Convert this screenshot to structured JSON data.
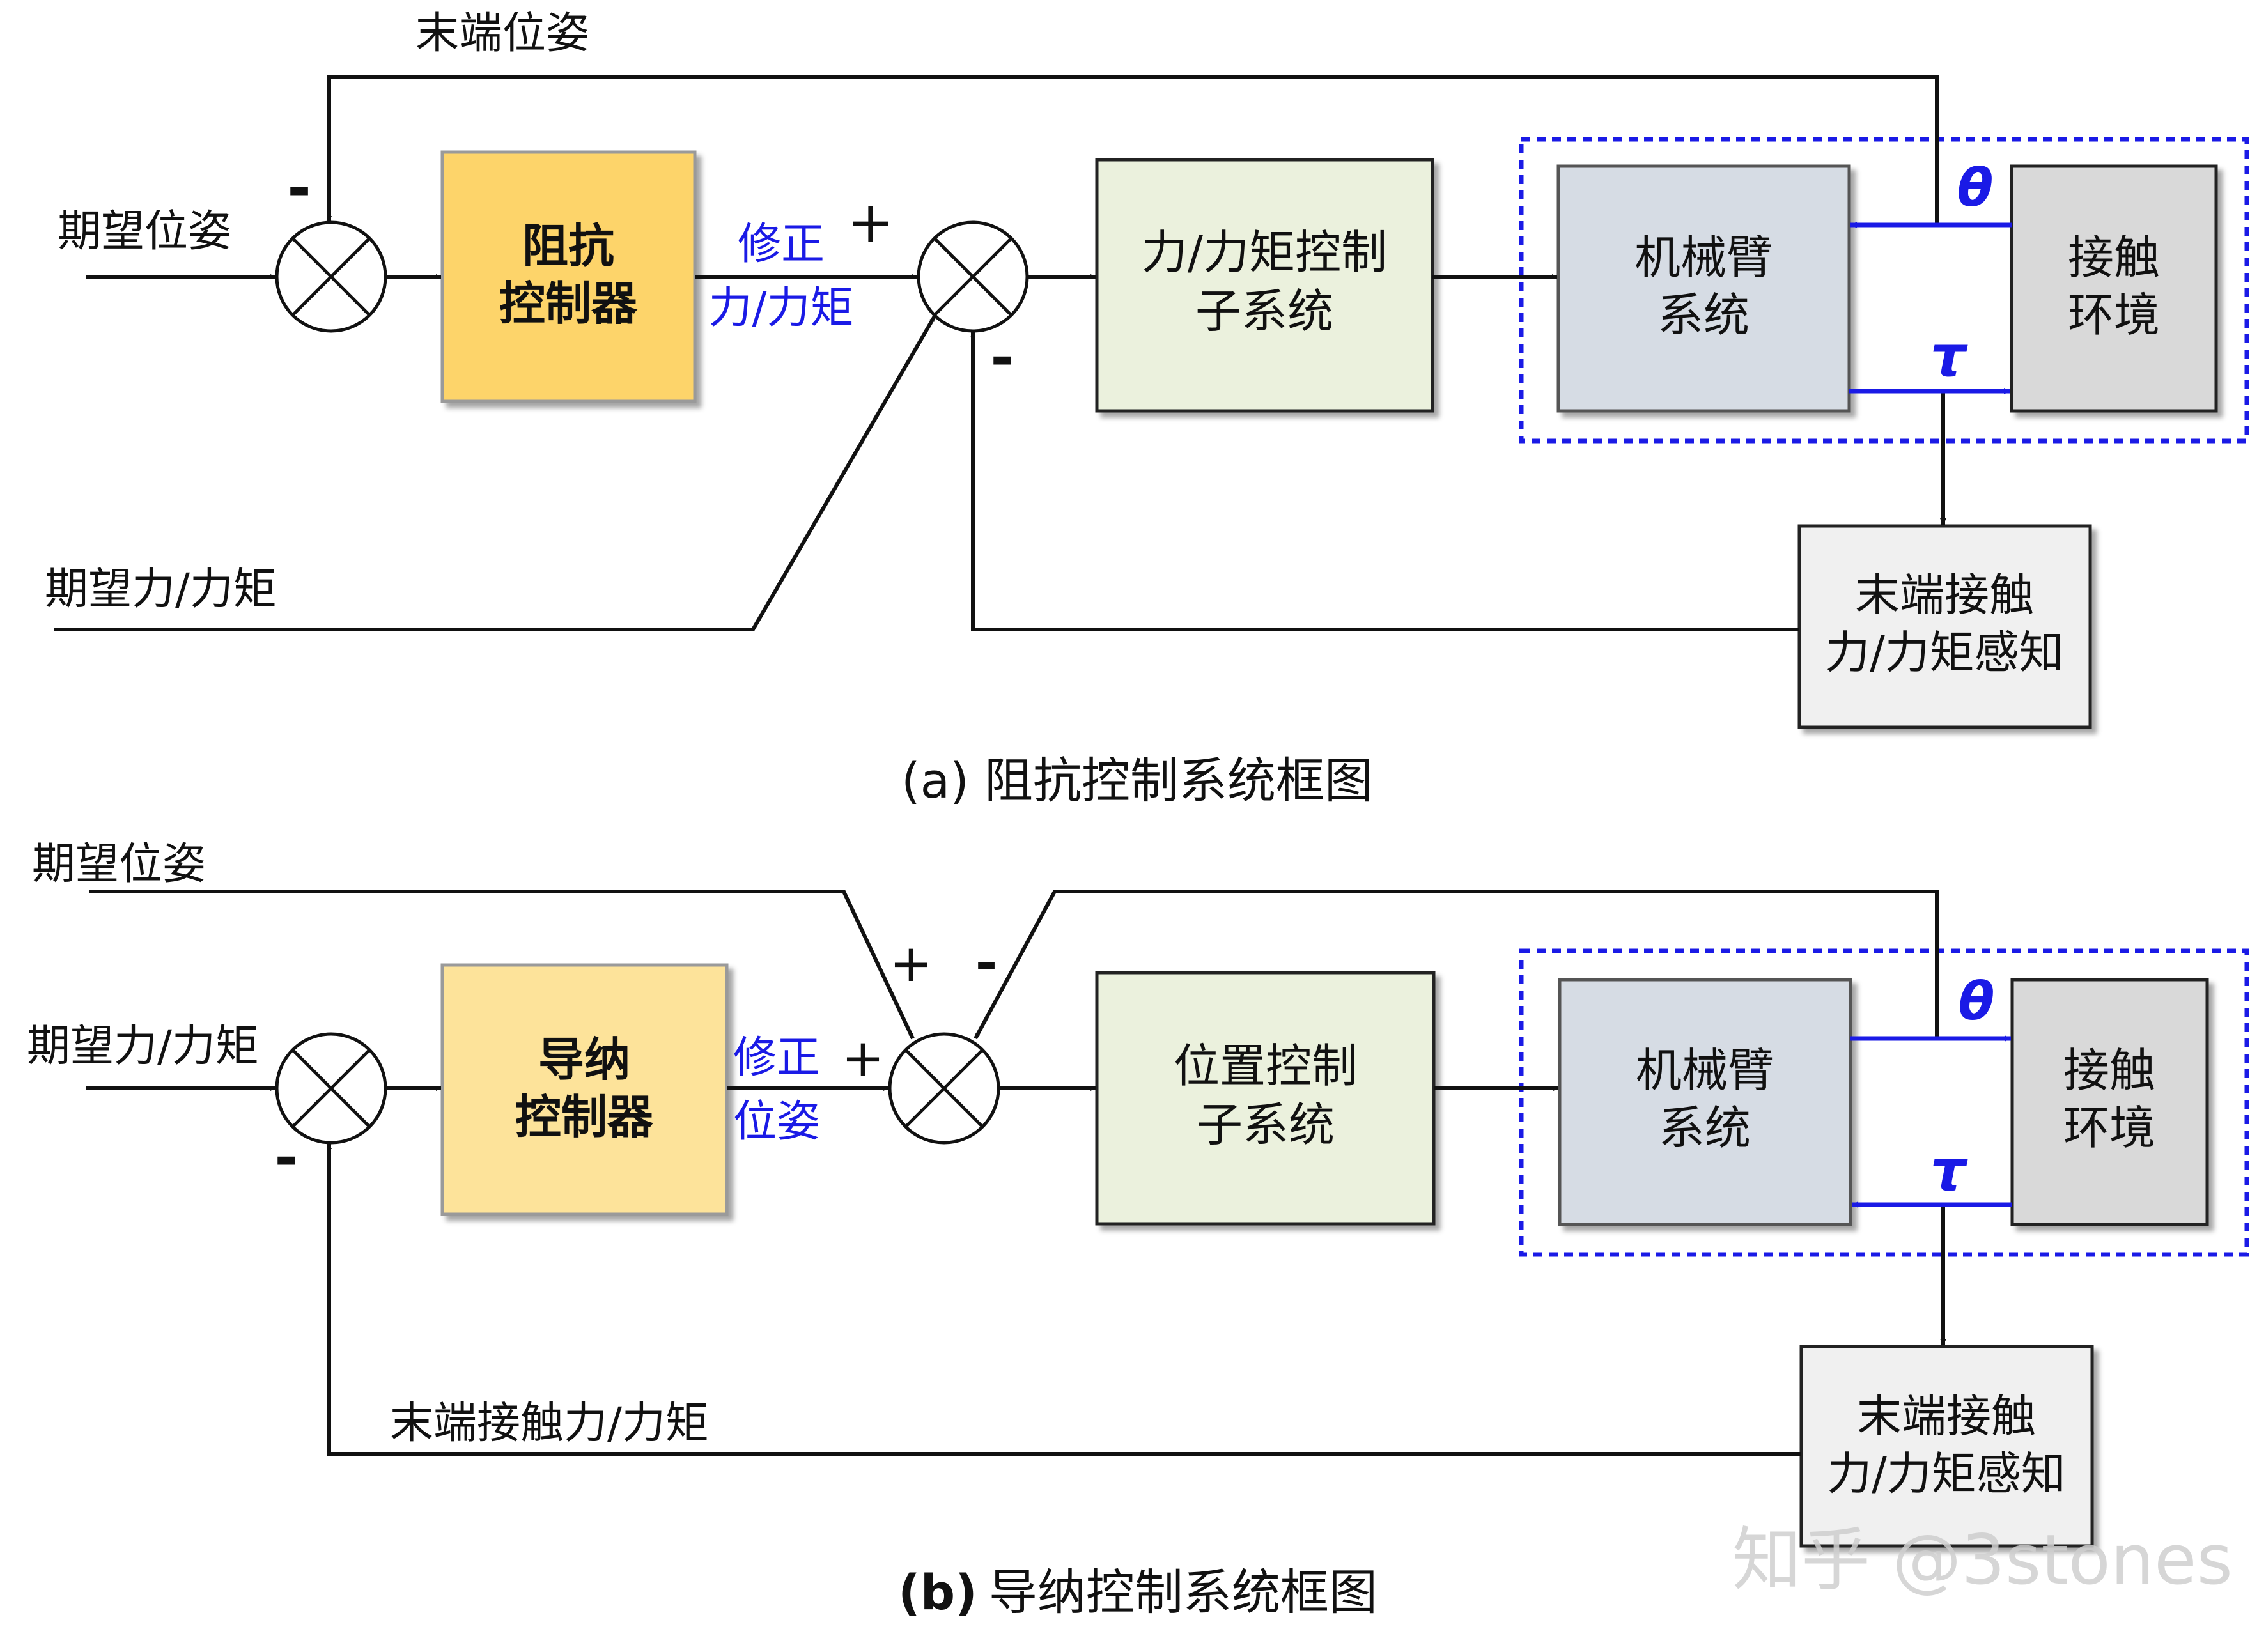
{
  "diagram_a": {
    "caption": "(a) 阻抗控制系统框图",
    "top_feedback_label": "末端位姿",
    "input_pose_label": "期望位姿",
    "input_force_label": "期望力/力矩",
    "controller": [
      "阻抗",
      "控制器"
    ],
    "correction": [
      "修正",
      "力/力矩"
    ],
    "subsystem": [
      "力/力矩控制",
      "子系统"
    ],
    "arm": [
      "机械臂",
      "系统"
    ],
    "env": [
      "接触",
      "环境"
    ],
    "sensor": [
      "末端接触",
      "力/力矩感知"
    ],
    "theta": "θ",
    "tau": "τ",
    "sign_sum1_top": "-",
    "sign_sum2_plus": "+",
    "sign_sum2_minus": "-"
  },
  "diagram_b": {
    "caption_bold": "(b)",
    "caption_rest": "导纳控制系统框图",
    "input_pose_label": "期望位姿",
    "input_force_label": "期望力/力矩",
    "feedback_label": "末端接触力/力矩",
    "controller": [
      "导纳",
      "控制器"
    ],
    "correction": [
      "修正",
      "位姿"
    ],
    "subsystem": [
      "位置控制",
      "子系统"
    ],
    "arm": [
      "机械臂",
      "系统"
    ],
    "env": [
      "接触",
      "环境"
    ],
    "sensor": [
      "末端接触",
      "力/力矩感知"
    ],
    "theta": "θ",
    "tau": "τ",
    "sign_sum1_bottom": "-",
    "sign_plus_top": "+",
    "sign_minus_top": "-",
    "sign_plus_left": "+"
  },
  "watermark": "知乎 @3stones",
  "colors": {
    "controller_a": "#fdd46a",
    "controller_b": "#fde39a",
    "subsystem": "#ebf1dd",
    "arm": "#d6dce4",
    "env": "#d9d9d9",
    "sensor": "#f0f0f0",
    "blue": "#1a1ae6"
  }
}
